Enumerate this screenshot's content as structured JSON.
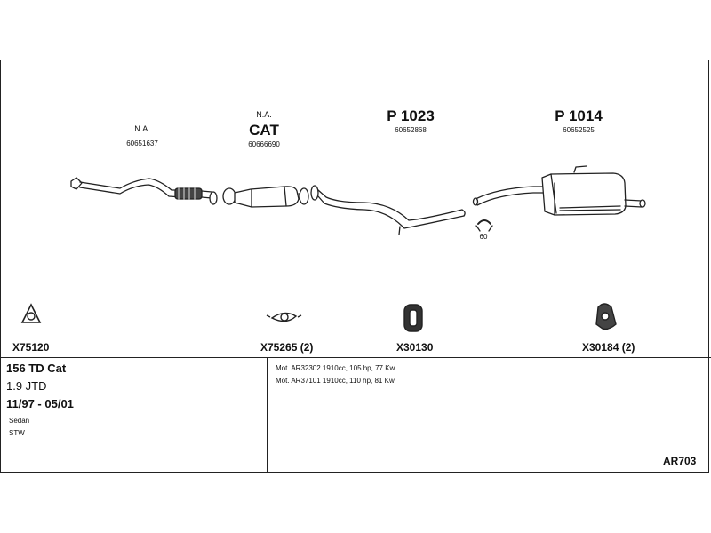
{
  "parts": [
    {
      "na": "N.A.",
      "code": "60651637"
    },
    {
      "na": "N.A.",
      "name": "CAT",
      "code": "60666690"
    },
    {
      "name": "P 1023",
      "code": "60652868"
    },
    {
      "name": "P 1014",
      "code": "60652525"
    }
  ],
  "clamp_label": "60",
  "accessories": [
    {
      "name": "X75120",
      "icon": "triangle-gasket-icon"
    },
    {
      "name": "X75265 (2)",
      "icon": "oval-gasket-icon"
    },
    {
      "name": "X30130",
      "icon": "rubber-mount-icon"
    },
    {
      "name": "X30184 (2)",
      "icon": "hanger-mount-icon"
    }
  ],
  "vehicle": {
    "model": "156 TD Cat",
    "engine": "1.9 JTD",
    "years": "11/97 - 05/01",
    "body1": "Sedan",
    "body2": "STW"
  },
  "engines": [
    "Mot. AR32302 1910cc, 105 hp, 77 Kw",
    "Mot. AR37101 1910cc, 110 hp, 81 Kw"
  ],
  "diagram_code": "AR703"
}
